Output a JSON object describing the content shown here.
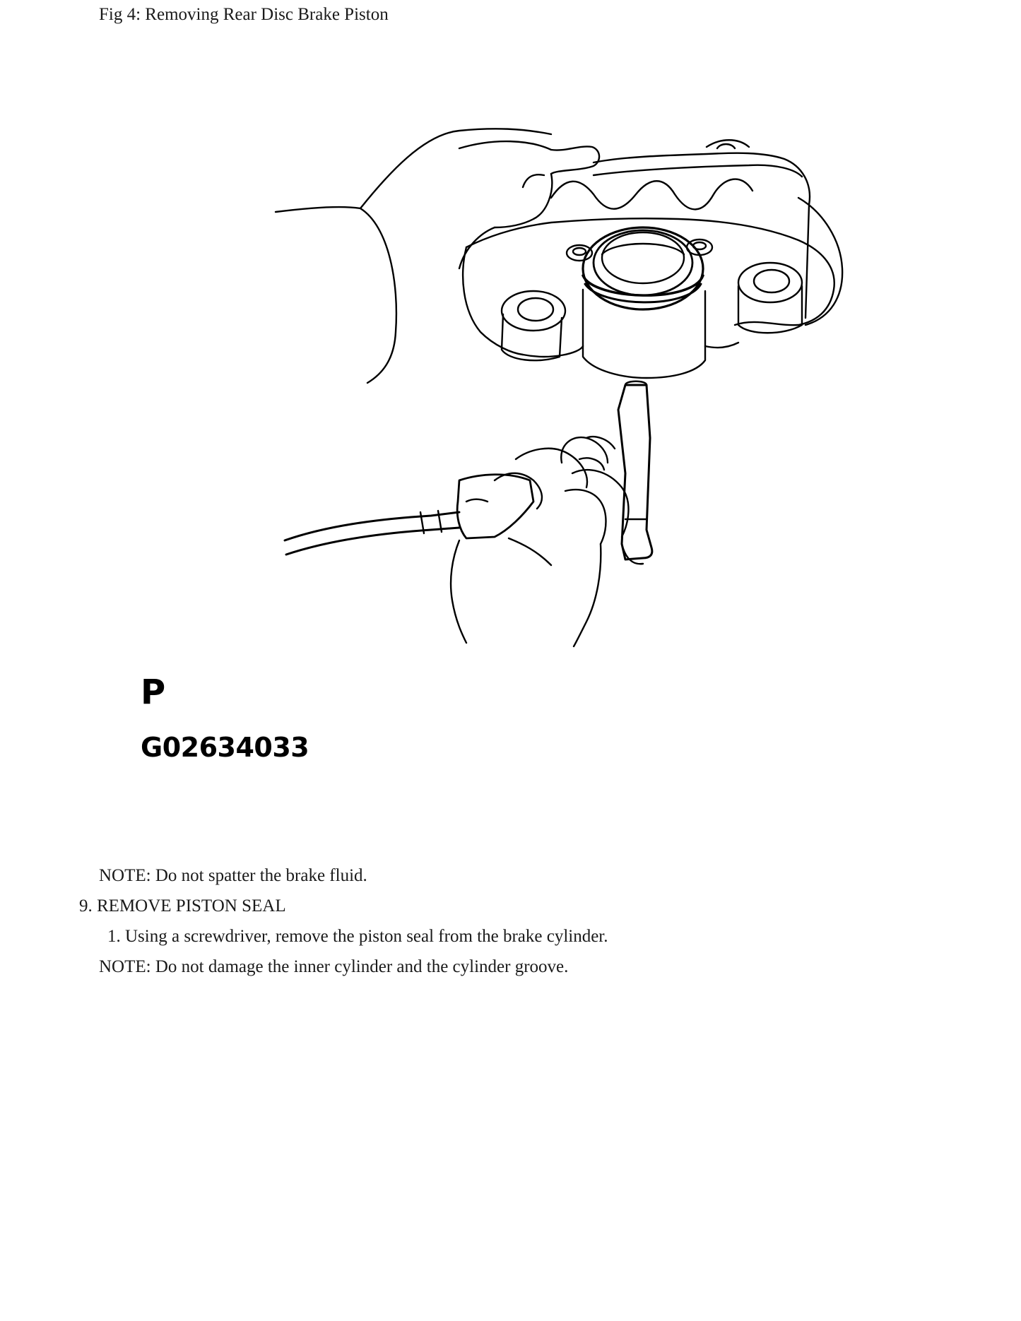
{
  "figure": {
    "caption": "Fig 4: Removing Rear Disc Brake Piston",
    "letter": "P",
    "code": "G02634033"
  },
  "body": {
    "note1": "NOTE: Do not spatter the brake fluid.",
    "step9": "9. REMOVE PISTON SEAL",
    "substep1": "1. Using a screwdriver, remove the piston seal from the brake cylinder.",
    "note2": "NOTE: Do not damage the inner cylinder and the cylinder groove."
  },
  "icons": {
    "illustration": "brake-caliper-piston-removal-illustration"
  }
}
